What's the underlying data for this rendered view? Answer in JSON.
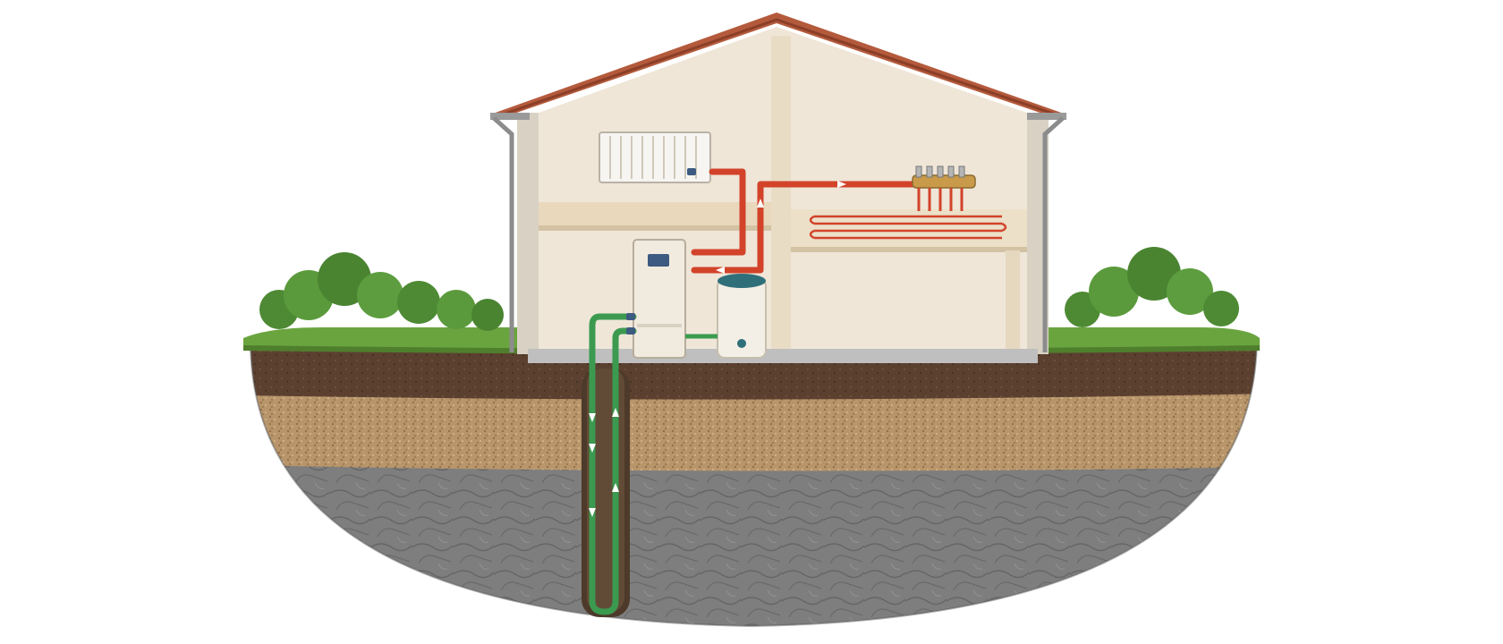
{
  "diagram": {
    "type": "ground-source-heat-pump-cutaway",
    "components": [
      {
        "id": "house",
        "kind": "building-cross-section",
        "icon": "house-icon"
      },
      {
        "id": "roof",
        "kind": "tiled-roof",
        "icon": "roof-icon"
      },
      {
        "id": "radiator",
        "kind": "radiator",
        "icon": "radiator-icon"
      },
      {
        "id": "heat-pump",
        "kind": "heat-pump-unit",
        "icon": "heat-pump-icon"
      },
      {
        "id": "water-tank",
        "kind": "hot-water-cylinder",
        "icon": "tank-icon"
      },
      {
        "id": "manifold",
        "kind": "underfloor-manifold",
        "icon": "manifold-icon"
      },
      {
        "id": "underfloor-loop",
        "kind": "underfloor-heating-pipe",
        "icon": "floor-loop-icon"
      },
      {
        "id": "borehole",
        "kind": "vertical-ground-loop",
        "icon": "borehole-icon"
      },
      {
        "id": "bushes",
        "kind": "vegetation",
        "icon": "bush-icon"
      }
    ],
    "ground_layers": [
      {
        "name": "topsoil",
        "color": "#5b4030"
      },
      {
        "name": "sand-gravel",
        "color": "#b8956a"
      },
      {
        "name": "bedrock",
        "color": "#7c7c7c"
      }
    ],
    "colors": {
      "heating_pipe": "#d2432a",
      "ground_loop_pipe": "#3b9a4f",
      "grass": "#6aa43f",
      "roof_tile": "#b45a3c",
      "wall_interior": "#efe6d8",
      "floor_slab": "#e9d8bc"
    }
  }
}
